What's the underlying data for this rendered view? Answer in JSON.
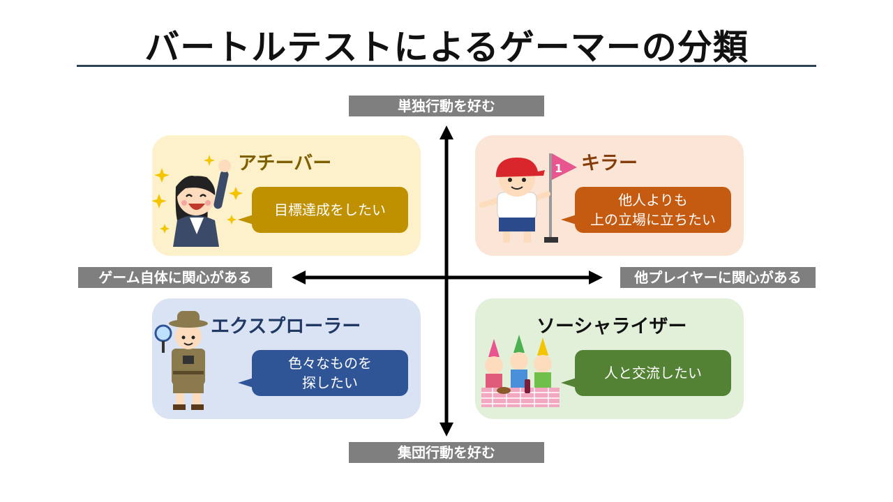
{
  "title": "バートルテストによるゲーマーの分類",
  "axes": {
    "top": "単独行動を好む",
    "bottom": "集団行動を好む",
    "left": "ゲーム自体に関心がある",
    "right": "他プレイヤーに関心がある"
  },
  "quadrants": {
    "achiever": {
      "name": "アチーバー",
      "desc": "目標達成をしたい"
    },
    "killer": {
      "name": "キラー",
      "desc": "他人よりも\n上の立場に立ちたい",
      "flag_number": "1"
    },
    "explorer": {
      "name": "エクスプローラー",
      "desc": "色々なものを\n探したい"
    },
    "socializer": {
      "name": "ソーシャライザー",
      "desc": "人と交流したい"
    }
  },
  "colors": {
    "achiever_bg": "#fdf1cc",
    "achiever_accent": "#bf9000",
    "killer_bg": "#fbe5d6",
    "killer_accent": "#c55a11",
    "explorer_bg": "#dae3f3",
    "explorer_accent": "#2f5597",
    "socializer_bg": "#e2efd9",
    "socializer_accent": "#548235",
    "axis_label_bg": "#7f7f7f"
  },
  "icons": [
    "businesswoman-cheering-icon",
    "boy-with-flag-icon",
    "explorer-with-magnifier-icon",
    "party-people-icon"
  ]
}
